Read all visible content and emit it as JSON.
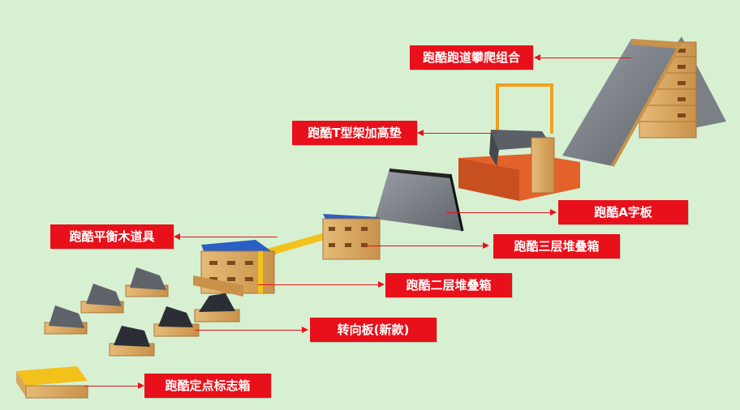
{
  "labels": {
    "climb_combo": "跑酷跑道攀爬组合",
    "t_frame": "跑酷T型架加高垫",
    "a_board": "跑酷A字板",
    "three_tier": "跑酷三层堆叠箱",
    "balance_beam": "跑酷平衡木道具",
    "two_tier": "跑酷二层堆叠箱",
    "turning_board": "转向板(新款)",
    "marker_box": "跑酷定点标志箱"
  },
  "colors": {
    "background": "#d8f0d2",
    "label_bg": "#e8101a",
    "label_text": "#ffffff",
    "wood": "#d9a860",
    "grey_panel": "#7a7f87",
    "blue_pad": "#2a5fc4",
    "yellow_beam": "#f2c21b",
    "orange_mat": "#e3612a"
  },
  "icons": [
    "climb-ramp-icon",
    "t-frame-icon",
    "a-board-icon",
    "stack-box-icon",
    "balance-beam-icon",
    "springboard-icon",
    "marker-box-icon"
  ]
}
